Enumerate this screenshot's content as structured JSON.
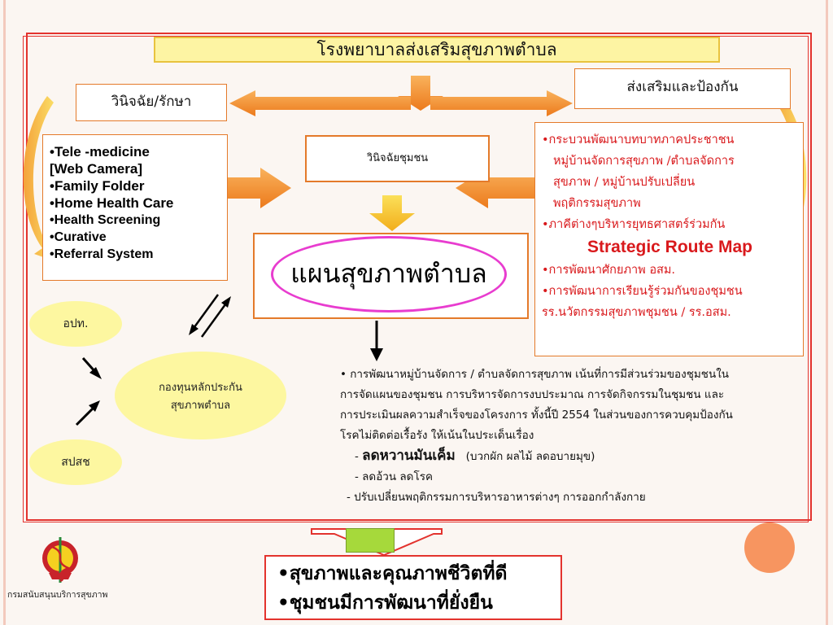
{
  "title": "โรงพยาบาลส่งเสริมสุขภาพตำบล",
  "boxes": {
    "diagnosis_treatment": "วินิจฉัย/รักษา",
    "promotion_prevention": "ส่งเสริมและป้องกัน",
    "community_diagnosis": "วินิจฉัยชุมชน",
    "plan": "แผนสุขภาพตำบล"
  },
  "services": [
    "•Tele -medicine",
    "[Web Camera]",
    "•Family Folder",
    "•Home Health Care",
    "•Health Screening",
    "•Curative",
    "•Referral System"
  ],
  "strategy": {
    "items": [
      "•กระบวนพัฒนาบทบาทภาคประชาชน",
      "หมู่บ้านจัดการสุขภาพ /ตำบลจัดการ",
      "สุขภาพ / หมู่บ้านปรับเปลี่ยน",
      "พฤติกรรมสุขภาพ",
      "•ภาคีต่างๆบริหารยุทธศาสตร์ร่วมกัน"
    ],
    "highlight": "Strategic Route Map",
    "items2": [
      "•การพัฒนาศักยภาพ อสม.",
      "•การพัฒนาการเรียนรู้ร่วมกันของชุมชน",
      "รร.นวัตกรรมสุขภาพชุมชน / รร.อสม."
    ]
  },
  "ellipses": {
    "top": "อปท.",
    "fund_line1": "กองทุนหลักประกัน",
    "fund_line2": "สุขภาพตำบล",
    "bottom": "สปสช"
  },
  "description": {
    "line1": "• การพัฒนาหมู่บ้านจัดการ / ตำบลจัดการสุขภาพ เน้นที่การมีส่วนร่วมของชุมชนใน",
    "line2": "การจัดแผนของชุมชน การบริหารจัดการงบประมาณ  การจัดกิจกรรมในชุมชน และ",
    "line3": "การประเมินผลความสำเร็จของโครงการ  ทั้งนี้ปี 2554 ในส่วนของการควบคุมป้องกัน",
    "line4": "โรคไม่ติดต่อเรื้อรัง ให้เน้นในประเด็นเรื่อง",
    "bullet1_dash": "- ",
    "bullet1_bold": "ลดหวานมันเค็ม",
    "bullet1_note": "(บวกผัก ผลไม้ ลดอบายมุข)",
    "bullet2": "- ลดอ้วน ลดโรค",
    "bullet3": "-  ปรับเปลี่ยนพฤติกรรมการบริหารอาหารต่างๆ  การออกกำลังกาย"
  },
  "outcome": [
    "•สุขภาพและคุณภาพชีวิตที่ดี",
    "•ชุมชนมีการพัฒนาที่ยั่งยืน"
  ],
  "department": "กรมสนับสนุนบริการสุขภาพ",
  "colors": {
    "arrow": "#f5902f",
    "arrow_yellow": "#f5c32a",
    "frame": "#e3332e",
    "highlight_text": "#d9191c",
    "ellipse_fill": "#fdf7a0",
    "plan_ring": "#e83ccf"
  }
}
